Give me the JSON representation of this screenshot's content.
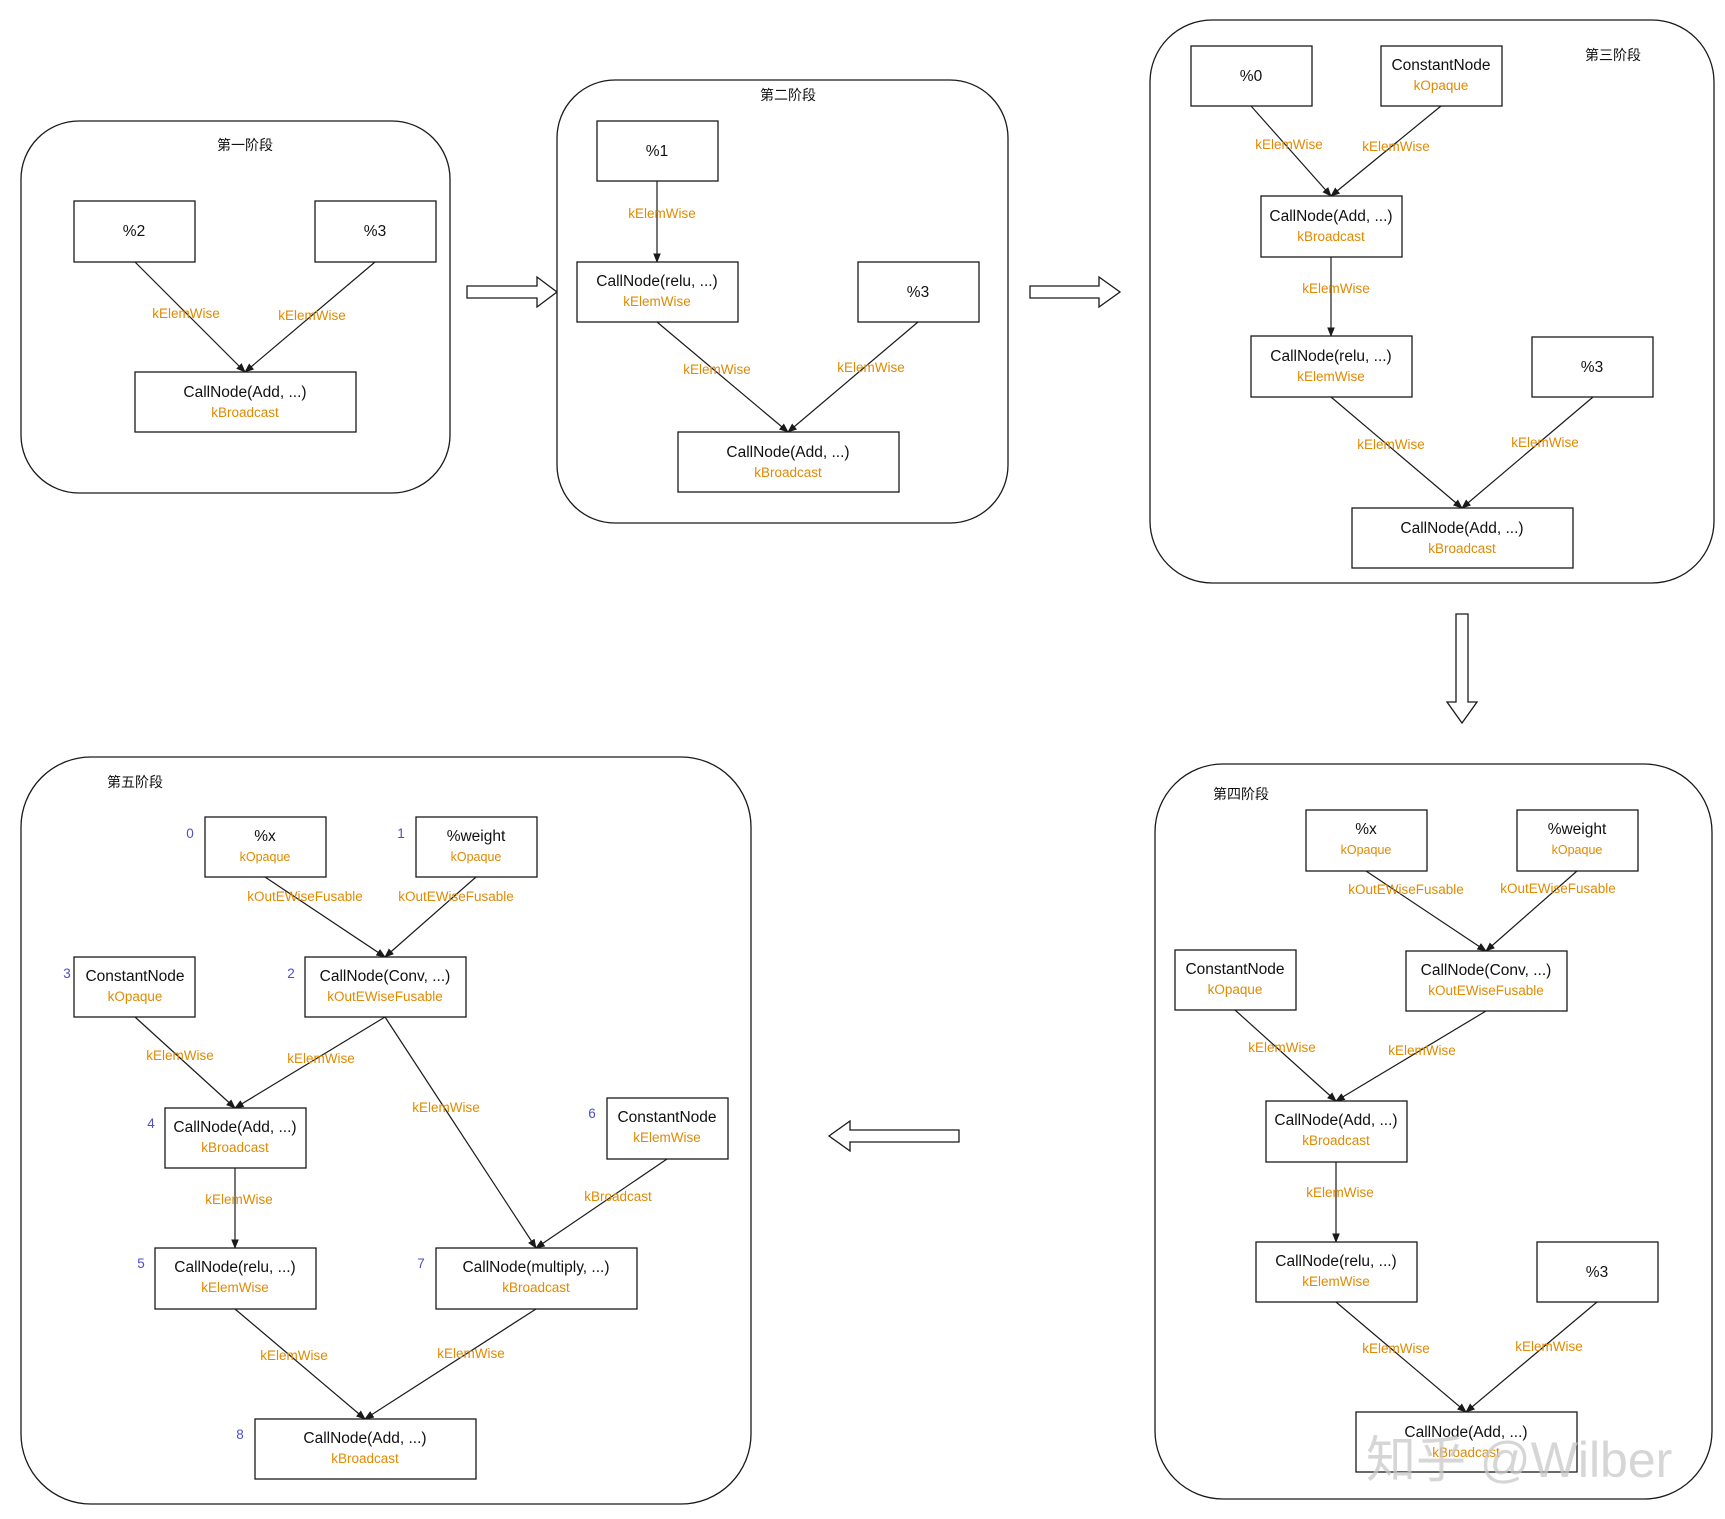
{
  "stages": [
    {
      "title": "第一阶段",
      "nodes": [
        {
          "id": "s1n1",
          "label": "%2",
          "sub": ""
        },
        {
          "id": "s1n2",
          "label": "%3",
          "sub": ""
        },
        {
          "id": "s1n3",
          "label": "CallNode(Add, ...)",
          "sub": "kBroadcast"
        }
      ],
      "edges": [
        {
          "label": "kElemWise"
        },
        {
          "label": "kElemWise"
        }
      ]
    },
    {
      "title": "第二阶段",
      "nodes": [
        {
          "id": "s2n1",
          "label": "%1",
          "sub": ""
        },
        {
          "id": "s2n2",
          "label": "CallNode(relu, ...)",
          "sub": "kElemWise"
        },
        {
          "id": "s2n3",
          "label": "%3",
          "sub": ""
        },
        {
          "id": "s2n4",
          "label": "CallNode(Add, ...)",
          "sub": "kBroadcast"
        }
      ],
      "edges": [
        {
          "label": "kElemWise"
        },
        {
          "label": "kElemWise"
        },
        {
          "label": "kElemWise"
        }
      ]
    },
    {
      "title": "第三阶段",
      "nodes": [
        {
          "id": "s3n1",
          "label": "%0",
          "sub": ""
        },
        {
          "id": "s3n2",
          "label": "ConstantNode",
          "sub": "kOpaque"
        },
        {
          "id": "s3n3",
          "label": "CallNode(Add, ...)",
          "sub": "kBroadcast"
        },
        {
          "id": "s3n4",
          "label": "CallNode(relu, ...)",
          "sub": "kElemWise"
        },
        {
          "id": "s3n5",
          "label": "%3",
          "sub": ""
        },
        {
          "id": "s3n6",
          "label": "CallNode(Add, ...)",
          "sub": "kBroadcast"
        }
      ],
      "edges": [
        {
          "label": "kElemWise"
        },
        {
          "label": "kElemWise"
        },
        {
          "label": "kElemWise"
        },
        {
          "label": "kElemWise"
        },
        {
          "label": "kElemWise"
        }
      ]
    },
    {
      "title": "第四阶段",
      "nodes": [
        {
          "id": "s4n1",
          "label": "%x",
          "sub": "kOpaque"
        },
        {
          "id": "s4n2",
          "label": "%weight",
          "sub": "kOpaque"
        },
        {
          "id": "s4n3",
          "label": "ConstantNode",
          "sub": "kOpaque"
        },
        {
          "id": "s4n4",
          "label": "CallNode(Conv, ...)",
          "sub": "kOutEWiseFusable"
        },
        {
          "id": "s4n5",
          "label": "CallNode(Add, ...)",
          "sub": "kBroadcast"
        },
        {
          "id": "s4n6",
          "label": "CallNode(relu, ...)",
          "sub": "kElemWise"
        },
        {
          "id": "s4n7",
          "label": "%3",
          "sub": ""
        },
        {
          "id": "s4n8",
          "label": "CallNode(Add, ...)",
          "sub": "kBroadcast"
        }
      ],
      "edges": [
        {
          "label": "kOutEWiseFusable"
        },
        {
          "label": "kOutEWiseFusable"
        },
        {
          "label": "kElemWise"
        },
        {
          "label": "kElemWise"
        },
        {
          "label": "kElemWise"
        },
        {
          "label": "kElemWise"
        },
        {
          "label": "kElemWise"
        }
      ]
    },
    {
      "title": "第五阶段",
      "nodes": [
        {
          "id": "s5n0",
          "label": "%x",
          "sub": "kOpaque",
          "index": "0"
        },
        {
          "id": "s5n1",
          "label": "%weight",
          "sub": "kOpaque",
          "index": "1"
        },
        {
          "id": "s5n2",
          "label": "CallNode(Conv, ...)",
          "sub": "kOutEWiseFusable",
          "index": "2"
        },
        {
          "id": "s5n3",
          "label": "ConstantNode",
          "sub": "kOpaque",
          "index": "3"
        },
        {
          "id": "s5n4",
          "label": "CallNode(Add, ...)",
          "sub": "kBroadcast",
          "index": "4"
        },
        {
          "id": "s5n5",
          "label": "CallNode(relu, ...)",
          "sub": "kElemWise",
          "index": "5"
        },
        {
          "id": "s5n6",
          "label": "ConstantNode",
          "sub": "kElemWise",
          "index": "6"
        },
        {
          "id": "s5n7",
          "label": "CallNode(multiply, ...)",
          "sub": "kBroadcast",
          "index": "7"
        },
        {
          "id": "s5n8",
          "label": "CallNode(Add, ...)",
          "sub": "kBroadcast",
          "index": "8"
        }
      ],
      "edges": [
        {
          "label": "kOutEWiseFusable"
        },
        {
          "label": "kOutEWiseFusable"
        },
        {
          "label": "kElemWise"
        },
        {
          "label": "kElemWise"
        },
        {
          "label": "kElemWise"
        },
        {
          "label": "kElemWise"
        },
        {
          "label": "kBroadcast"
        },
        {
          "label": "kElemWise"
        },
        {
          "label": "kElemWise"
        }
      ]
    }
  ],
  "watermark": "知乎 @Wilber",
  "colors": {
    "edge_label": "#e08a00",
    "index": "#4f4fc8",
    "stroke": "#1a1a1a"
  }
}
